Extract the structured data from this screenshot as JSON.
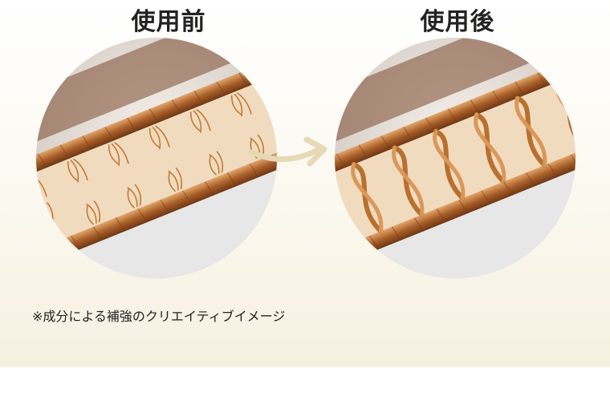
{
  "before": {
    "heading": "使用前"
  },
  "after": {
    "heading": "使用後"
  },
  "caption": "※成分による補強のクリエイティブイメージ",
  "colors": {
    "tube_dark": "#8a4a1f",
    "tube_light": "#d9955a",
    "fiber": "#c8823e",
    "interior": "#f2dcc0",
    "arrow": "#e6d9b5"
  }
}
